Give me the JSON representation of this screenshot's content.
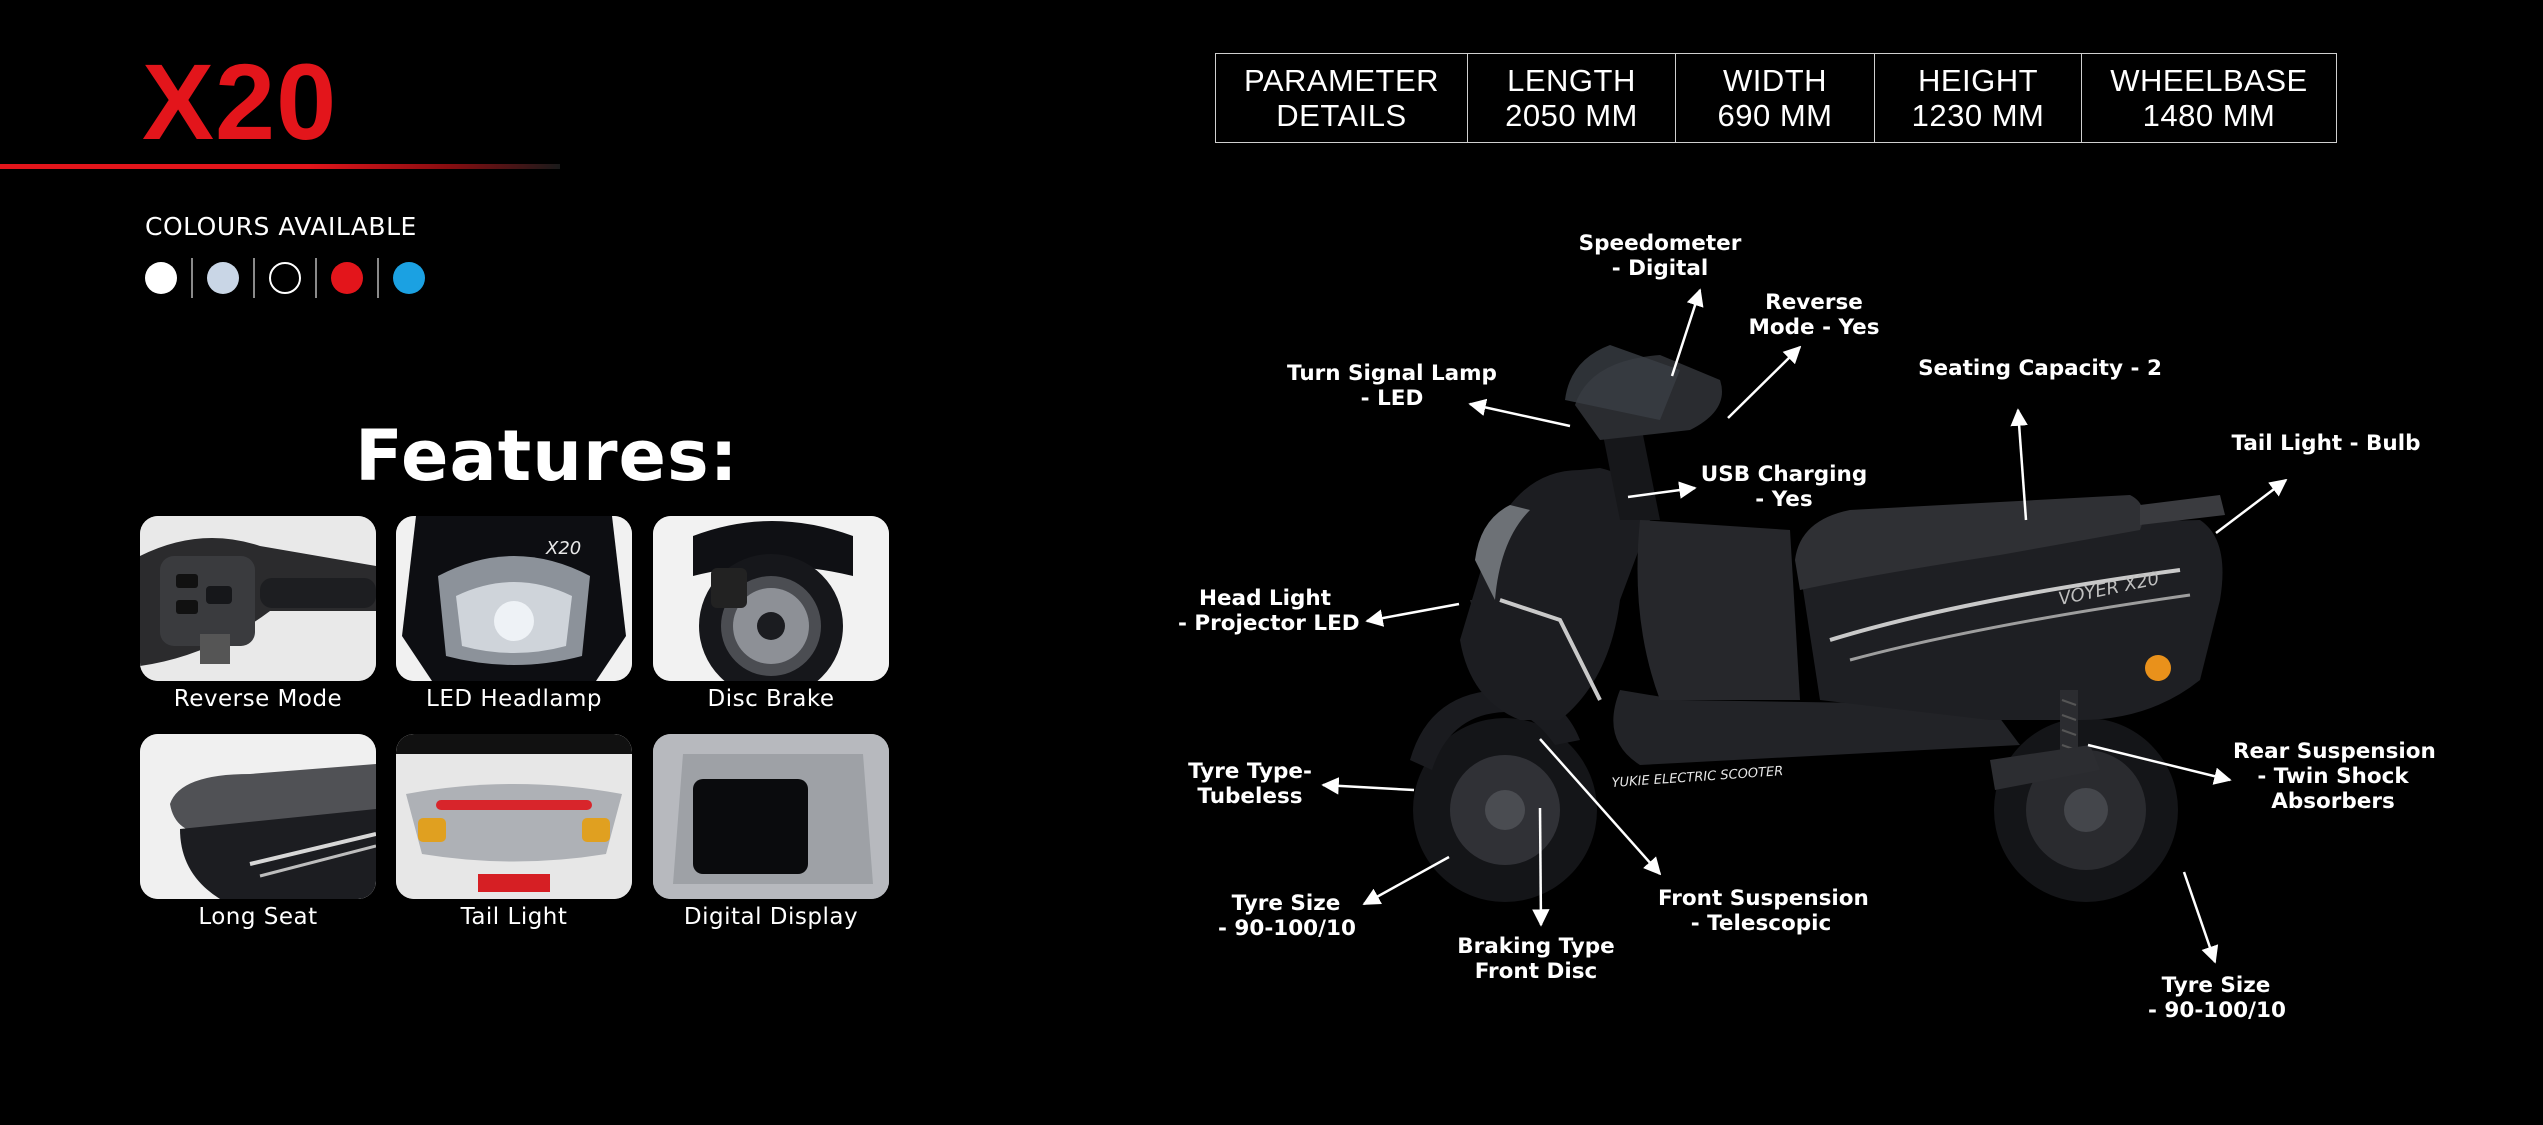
{
  "model": "X20",
  "colours": {
    "label": "COLOURS AVAILABLE",
    "swatches": [
      {
        "name": "white",
        "hex": "#ffffff"
      },
      {
        "name": "silver",
        "hex": "#c9d6e6"
      },
      {
        "name": "black",
        "hex": "#000000"
      },
      {
        "name": "red",
        "hex": "#e3151b"
      },
      {
        "name": "blue",
        "hex": "#1ba1e2"
      }
    ]
  },
  "features": {
    "title": "Features:",
    "items": [
      {
        "label": "Reverse Mode",
        "icon": "handlebar-switch-photo"
      },
      {
        "label": "LED Headlamp",
        "icon": "headlamp-photo"
      },
      {
        "label": "Disc Brake",
        "icon": "disc-brake-photo"
      },
      {
        "label": "Long Seat",
        "icon": "seat-photo"
      },
      {
        "label": "Tail Light",
        "icon": "tail-light-photo"
      },
      {
        "label": "Digital Display",
        "icon": "digital-display-photo"
      }
    ]
  },
  "specs": {
    "headers": [
      {
        "l1": "PARAMETER",
        "l2": "DETAILS"
      },
      {
        "l1": "LENGTH",
        "l2": "2050 MM"
      },
      {
        "l1": "WIDTH",
        "l2": "690 MM"
      },
      {
        "l1": "HEIGHT",
        "l2": "1230 MM"
      },
      {
        "l1": "WHEELBASE",
        "l2": "1480 MM"
      }
    ]
  },
  "scooter": {
    "body_text": "YUKIE ELECTRIC SCOOTER",
    "side_text": "VOYER X20"
  },
  "callouts": {
    "speedometer": {
      "l1": "Speedometer",
      "l2": "- Digital"
    },
    "reverse": {
      "l1": "Reverse",
      "l2": "Mode - Yes"
    },
    "seating": {
      "l1": "Seating Capacity - 2"
    },
    "turn_signal": {
      "l1": "Turn Signal Lamp",
      "l2": "- LED"
    },
    "tail_light": {
      "l1": "Tail Light - Bulb"
    },
    "usb": {
      "l1": "USB Charging",
      "l2": "- Yes"
    },
    "head_light": {
      "l1": "Head Light",
      "l2": "- Projector LED"
    },
    "rear_suspension": {
      "l1": "Rear Suspension",
      "l2": "- Twin Shock",
      "l3": "Absorbers"
    },
    "tyre_type": {
      "l1": "Tyre Type-",
      "l2": "Tubeless"
    },
    "tyre_size_front": {
      "l1": "Tyre Size",
      "l2": "- 90-100/10"
    },
    "braking": {
      "l1": "Braking Type",
      "l2": "Front Disc"
    },
    "front_suspension": {
      "l1": "Front Suspension",
      "l2": "- Telescopic"
    },
    "tyre_size_rear": {
      "l1": "Tyre Size",
      "l2": "- 90-100/10"
    }
  }
}
